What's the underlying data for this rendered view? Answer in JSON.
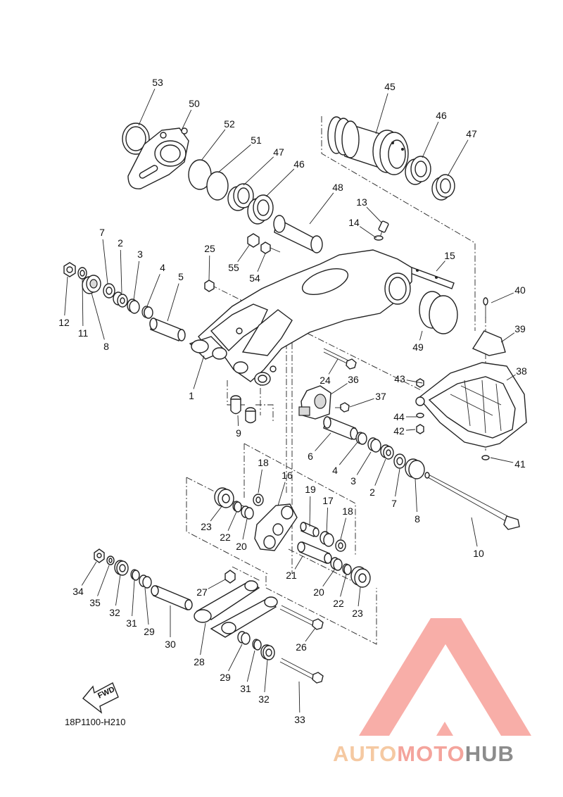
{
  "diagram": {
    "code": "18P1100-H210",
    "fwd_label": "FWD",
    "callouts": [
      "53",
      "50",
      "52",
      "51",
      "47",
      "46",
      "45",
      "46",
      "47",
      "48",
      "13",
      "14",
      "15",
      "55",
      "54",
      "25",
      "7",
      "2",
      "3",
      "4",
      "5",
      "12",
      "11",
      "8",
      "40",
      "39",
      "49",
      "38",
      "1",
      "24",
      "36",
      "43",
      "37",
      "44",
      "42",
      "41",
      "9",
      "6",
      "4",
      "3",
      "2",
      "7",
      "8",
      "10",
      "18",
      "16",
      "19",
      "17",
      "18",
      "23",
      "22",
      "20",
      "21",
      "20",
      "22",
      "23",
      "34",
      "35",
      "32",
      "31",
      "29",
      "30",
      "27",
      "28",
      "26",
      "29",
      "31",
      "32",
      "33"
    ]
  },
  "watermark": {
    "brand_part1": "AUTO",
    "brand_part2": "MOTO",
    "brand_part3": "HUB",
    "colors": {
      "auto": "#f5c9a2",
      "moto": "#f4a49c",
      "hub": "#8c8c8c",
      "logo": "#f7a09a"
    }
  }
}
